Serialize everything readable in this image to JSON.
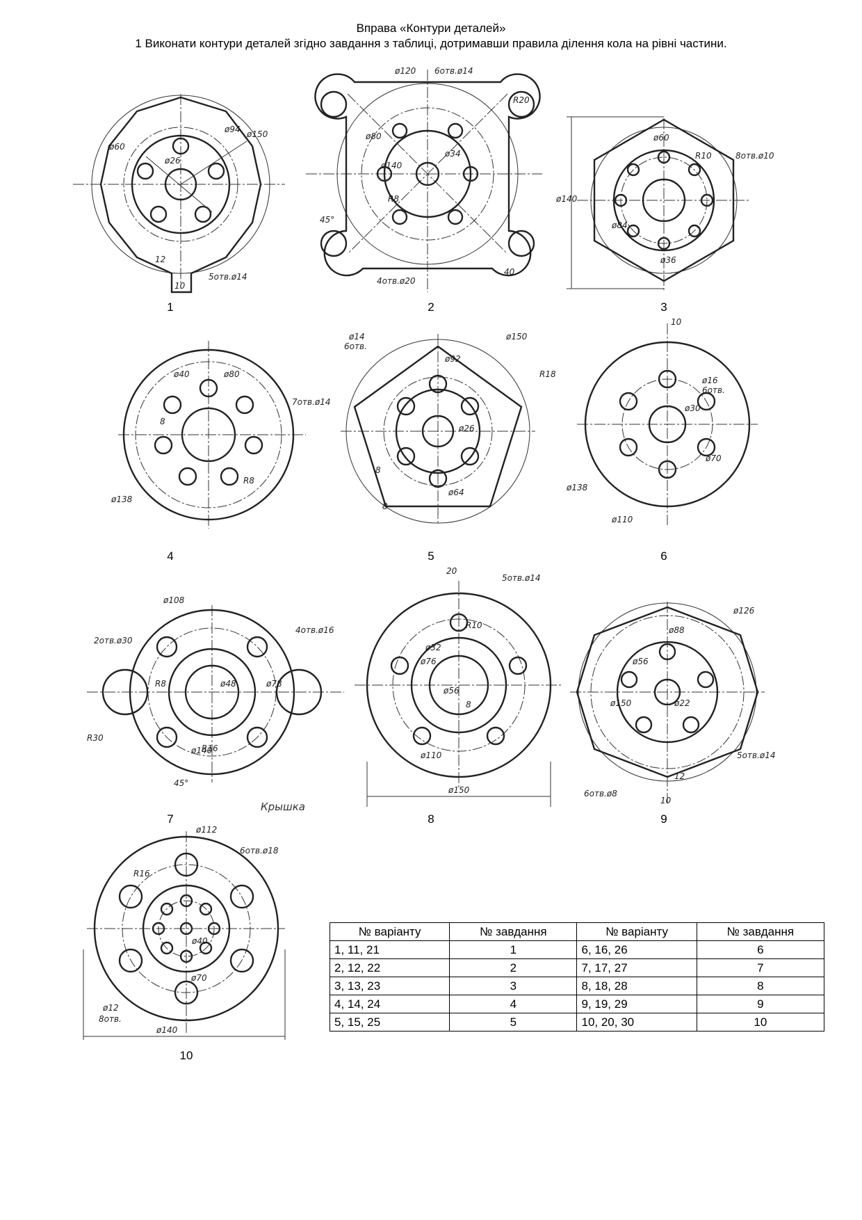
{
  "header": {
    "title": "Вправа «Контури деталей»",
    "subtitle": "1 Виконати контури деталей згідно завдання з таблиці, дотримавши правила ділення кола на рівні частини."
  },
  "figures": [
    {
      "number": "1",
      "dims": [
        "ø94",
        "ø150",
        "ø60",
        "ø26",
        "12",
        "10",
        "5отв.ø14"
      ]
    },
    {
      "number": "2",
      "dims": [
        "ø120",
        "6отв.ø14",
        "R20",
        "ø80",
        "ø34",
        "ø140",
        "R8",
        "45°",
        "4отв.ø20",
        "40"
      ]
    },
    {
      "number": "3",
      "dims": [
        "ø60",
        "R10",
        "8отв.ø10",
        "ø140",
        "ø84",
        "ø36"
      ]
    },
    {
      "number": "4",
      "dims": [
        "ø40",
        "ø80",
        "7отв.ø14",
        "8",
        "R8",
        "ø138"
      ]
    },
    {
      "number": "5",
      "dims": [
        "ø14",
        "6отв.",
        "ø150",
        "ø92",
        "R18",
        "ø26",
        "8",
        "ø64",
        "8"
      ]
    },
    {
      "number": "6",
      "dims": [
        "10",
        "ø16",
        "6отв.",
        "ø30",
        "ø70",
        "ø138",
        "ø110"
      ]
    },
    {
      "number": "7",
      "dims": [
        "ø108",
        "2отв.ø30",
        "4отв.ø16",
        "R8",
        "ø48",
        "ø78",
        "R30",
        "ø140",
        "R16",
        "45°"
      ],
      "caption": "Крышка"
    },
    {
      "number": "8",
      "dims": [
        "20",
        "5отв.ø14",
        "R10",
        "ø32",
        "ø76",
        "ø56",
        "8",
        "ø110",
        "ø150"
      ]
    },
    {
      "number": "9",
      "dims": [
        "ø126",
        "ø88",
        "ø56",
        "ø150",
        "ø22",
        "5отв.ø14",
        "12",
        "6отв.ø8",
        "10"
      ]
    },
    {
      "number": "10",
      "dims": [
        "ø112",
        "6отв.ø18",
        "R16",
        "ø40",
        "ø70",
        "ø12",
        "8отв.",
        "ø140"
      ]
    }
  ],
  "table": {
    "headers": [
      "№ варіанту",
      "№ завдання",
      "№ варіанту",
      "№ завдання"
    ],
    "rows": [
      [
        "1, 11, 21",
        "1",
        "6, 16, 26",
        "6"
      ],
      [
        "2, 12, 22",
        "2",
        "7, 17, 27",
        "7"
      ],
      [
        "3, 13, 23",
        "3",
        "8, 18, 28",
        "8"
      ],
      [
        "4, 14, 24",
        "4",
        "9, 19, 29",
        "9"
      ],
      [
        "5, 15, 25",
        "5",
        "10, 20, 30",
        "10"
      ]
    ]
  }
}
